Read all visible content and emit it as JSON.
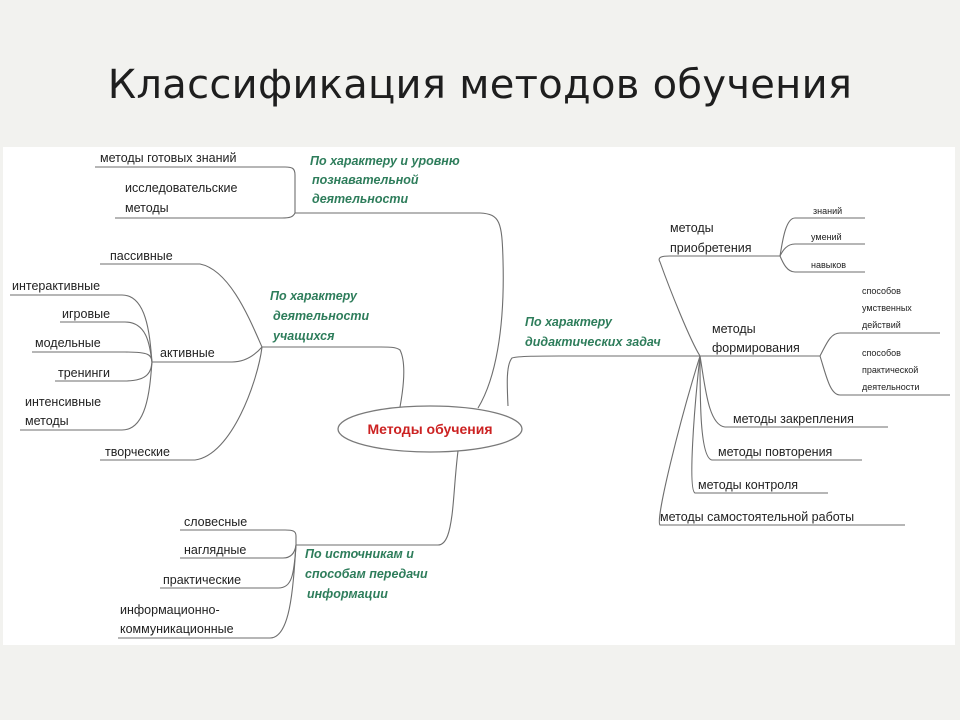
{
  "slide": {
    "title": "Классификация методов обучения"
  },
  "center": "Методы обучения",
  "categories": {
    "knowledge": [
      "По характеру и уровню",
      "познавательной",
      "деятельности"
    ],
    "activity": [
      "По характеру",
      "деятельности",
      "учащихся"
    ],
    "tasks": [
      "По характеру",
      "дидактических задач"
    ],
    "sources": [
      "По источникам и",
      "способам передачи",
      "информации"
    ]
  },
  "knowledge_items": {
    "ready": "методы готовых знаний",
    "research": [
      "исследовательские",
      "методы"
    ]
  },
  "activity_items": {
    "passive": "пассивные",
    "active": "активные",
    "creative": "творческие",
    "active_sub": {
      "interactive": "интерактивные",
      "game": "игровые",
      "model": "модельные",
      "training": "тренинги",
      "intensive": [
        "интенсивные",
        "методы"
      ]
    }
  },
  "source_items": {
    "verbal": "словесные",
    "visual": "наглядные",
    "practical": "практические",
    "info": [
      "информационно-",
      "коммуникационные"
    ]
  },
  "task_items": {
    "acquire": [
      "методы",
      "приобретения"
    ],
    "acquire_sub": {
      "knowledge": "знаний",
      "skills": "умений",
      "habits": "навыков"
    },
    "form": [
      "методы",
      "формирования"
    ],
    "form_sub": {
      "mental": [
        "способов",
        "умственных",
        "действий"
      ],
      "practical": [
        "способов",
        "практической",
        "деятельности"
      ]
    },
    "consolidation": "методы закрепления",
    "repetition": "методы повторения",
    "control": "методы контроля",
    "independent": "методы самостоятельной работы"
  }
}
